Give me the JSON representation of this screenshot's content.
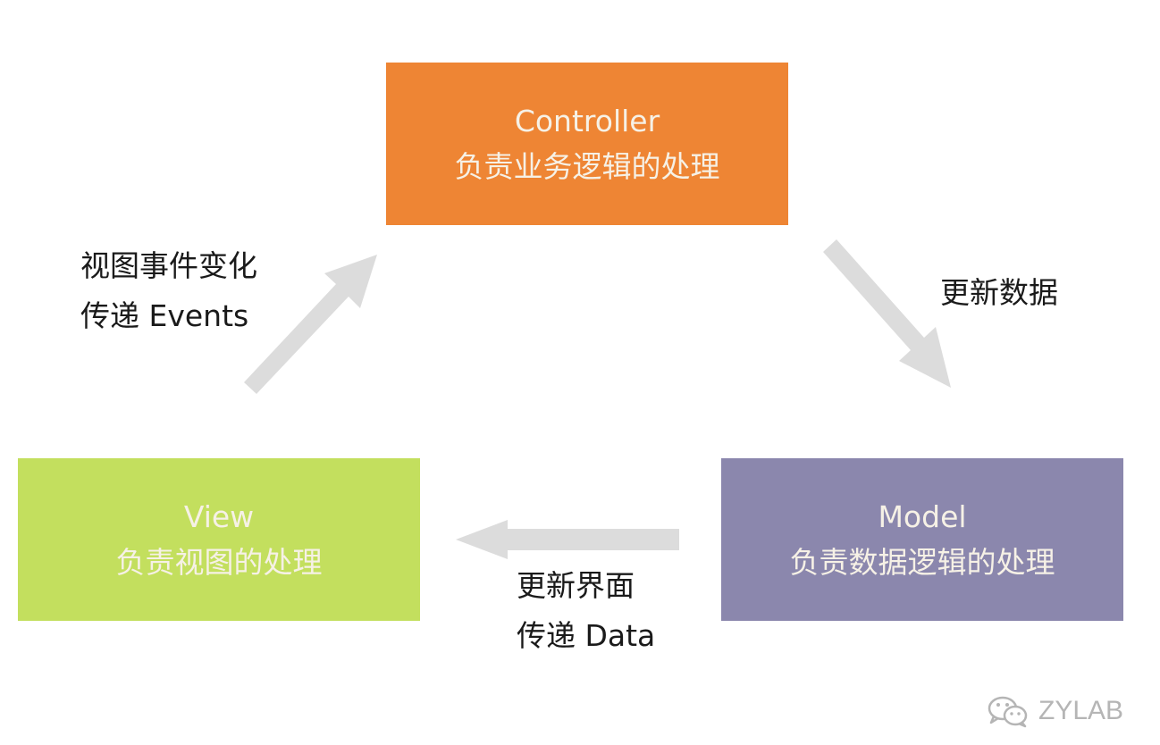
{
  "colors": {
    "controller": "#ee8534",
    "view": "#c3df5e",
    "model": "#8b87ad",
    "arrow": "#dcdcdc",
    "box_text": "#f6f1e6"
  },
  "boxes": {
    "controller": {
      "title": "Controller",
      "subtitle": "负责业务逻辑的处理"
    },
    "view": {
      "title": "View",
      "subtitle": "负责视图的处理"
    },
    "model": {
      "title": "Model",
      "subtitle": "负责数据逻辑的处理"
    }
  },
  "labels": {
    "view_to_controller": {
      "line1": "视图事件变化",
      "line2": "传递 Events"
    },
    "controller_to_model": {
      "line1": "更新数据"
    },
    "model_to_view": {
      "line1": "更新界面",
      "line2": "传递 Data"
    }
  },
  "arrows": [
    {
      "from": "view",
      "to": "controller"
    },
    {
      "from": "controller",
      "to": "model"
    },
    {
      "from": "model",
      "to": "view"
    }
  ],
  "watermark": {
    "text": "ZYLAB",
    "icon": "wechat-icon"
  }
}
